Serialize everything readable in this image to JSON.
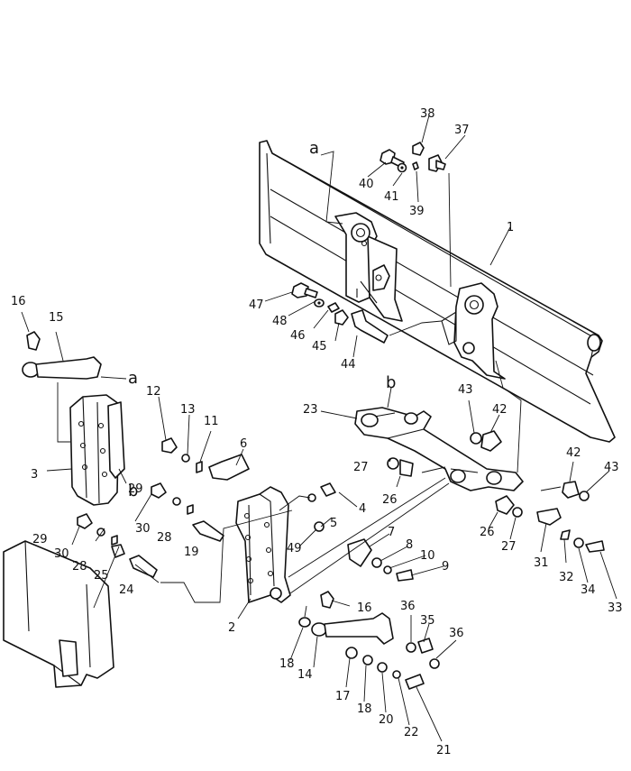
{
  "callouts": [
    {
      "id": "1",
      "label": "1"
    },
    {
      "id": "2",
      "label": "2"
    },
    {
      "id": "3",
      "label": "3"
    },
    {
      "id": "4",
      "label": "4"
    },
    {
      "id": "5",
      "label": "5"
    },
    {
      "id": "6",
      "label": "6"
    },
    {
      "id": "7",
      "label": "7"
    },
    {
      "id": "8",
      "label": "8"
    },
    {
      "id": "9",
      "label": "9"
    },
    {
      "id": "10",
      "label": "10"
    },
    {
      "id": "11",
      "label": "11"
    },
    {
      "id": "12",
      "label": "12"
    },
    {
      "id": "13",
      "label": "13"
    },
    {
      "id": "14",
      "label": "14"
    },
    {
      "id": "15",
      "label": "15"
    },
    {
      "id": "16a",
      "label": "16"
    },
    {
      "id": "16b",
      "label": "16"
    },
    {
      "id": "17",
      "label": "17"
    },
    {
      "id": "18a",
      "label": "18"
    },
    {
      "id": "18b",
      "label": "18"
    },
    {
      "id": "19",
      "label": "19"
    },
    {
      "id": "20",
      "label": "20"
    },
    {
      "id": "21",
      "label": "21"
    },
    {
      "id": "22",
      "label": "22"
    },
    {
      "id": "23",
      "label": "23"
    },
    {
      "id": "24",
      "label": "24"
    },
    {
      "id": "25",
      "label": "25"
    },
    {
      "id": "26a",
      "label": "26"
    },
    {
      "id": "26b",
      "label": "26"
    },
    {
      "id": "27a",
      "label": "27"
    },
    {
      "id": "27b",
      "label": "27"
    },
    {
      "id": "28a",
      "label": "28"
    },
    {
      "id": "28b",
      "label": "28"
    },
    {
      "id": "29a",
      "label": "29"
    },
    {
      "id": "29b",
      "label": "29"
    },
    {
      "id": "30a",
      "label": "30"
    },
    {
      "id": "30b",
      "label": "30"
    },
    {
      "id": "31",
      "label": "31"
    },
    {
      "id": "32",
      "label": "32"
    },
    {
      "id": "33",
      "label": "33"
    },
    {
      "id": "34",
      "label": "34"
    },
    {
      "id": "35",
      "label": "35"
    },
    {
      "id": "36a",
      "label": "36"
    },
    {
      "id": "36b",
      "label": "36"
    },
    {
      "id": "37",
      "label": "37"
    },
    {
      "id": "38",
      "label": "38"
    },
    {
      "id": "39",
      "label": "39"
    },
    {
      "id": "40",
      "label": "40"
    },
    {
      "id": "41",
      "label": "41"
    },
    {
      "id": "42a",
      "label": "42"
    },
    {
      "id": "42b",
      "label": "42"
    },
    {
      "id": "43a",
      "label": "43"
    },
    {
      "id": "43b",
      "label": "43"
    },
    {
      "id": "44",
      "label": "44"
    },
    {
      "id": "45",
      "label": "45"
    },
    {
      "id": "46",
      "label": "46"
    },
    {
      "id": "47",
      "label": "47"
    },
    {
      "id": "48",
      "label": "48"
    },
    {
      "id": "49",
      "label": "49"
    }
  ],
  "ref_letters": [
    {
      "id": "a-top",
      "label": "a"
    },
    {
      "id": "a-left",
      "label": "a"
    },
    {
      "id": "b-top",
      "label": "b"
    },
    {
      "id": "b-left",
      "label": "b"
    }
  ]
}
